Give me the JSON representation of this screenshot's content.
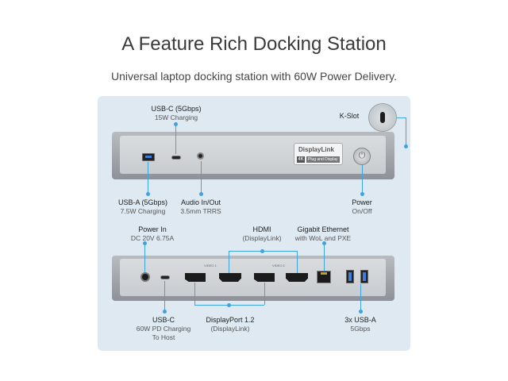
{
  "title": "A Feature Rich Docking Station",
  "subtitle": "Universal laptop docking station with 60W Power Delivery.",
  "front_labels": {
    "usbc_top": {
      "main": "USB-C (5Gbps)",
      "sub": "15W Charging"
    },
    "kslot": {
      "main": "K-Slot"
    },
    "usba": {
      "main": "USB-A (5Gbps)",
      "sub": "7.5W Charging"
    },
    "audio": {
      "main": "Audio In/Out",
      "sub": "3.5mm TRRS"
    },
    "power": {
      "main": "Power",
      "sub": "On/Off"
    }
  },
  "rear_labels": {
    "power_in": {
      "main": "Power In",
      "sub": "DC 20V 6.75A"
    },
    "hdmi": {
      "main": "HDMI",
      "sub": "(DisplayLink)"
    },
    "ethernet": {
      "main": "Gigabit Ethernet",
      "sub": "with WoL and PXE"
    },
    "usbc": {
      "main": "USB-C",
      "sub": "60W PD Charging",
      "sub2": "To Host"
    },
    "displayport": {
      "main": "DisplayPort 1.2",
      "sub": "(DisplayLink)"
    },
    "usba3x": {
      "main": "3x USB-A",
      "sub": "5Gbps"
    }
  },
  "displaylink_logo": {
    "brand": "DisplayLink",
    "badge": "4K",
    "tagline": "Plug and Display"
  },
  "port_markings": {
    "video1": "VIDEO 1",
    "video2": "VIDEO 2"
  },
  "colors": {
    "accent": "#3ea3e0",
    "panel": "#dfe9f1",
    "dock": "#9ea3a8"
  }
}
